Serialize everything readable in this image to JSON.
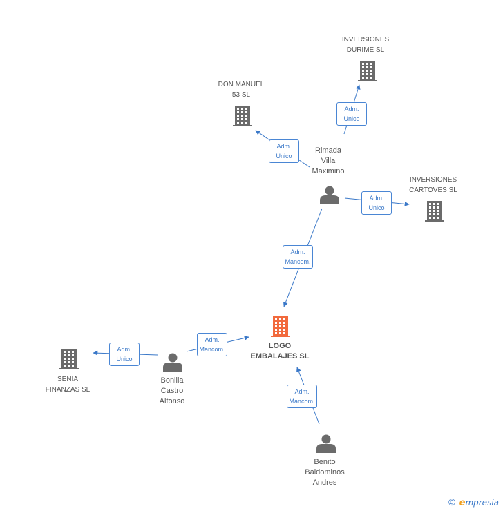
{
  "colors": {
    "edge": "#3a78c8",
    "building": "#6b6b6b",
    "focus_building": "#f26a3d",
    "person": "#6b6b6b"
  },
  "nodes": {
    "focus": {
      "label": "LOGO\nEMBALAJES SL",
      "icon": "building-icon"
    },
    "inversiones_durime": {
      "label": "INVERSIONES\nDURIME SL",
      "icon": "building-icon"
    },
    "don_manuel": {
      "label": "DON MANUEL\n53 SL",
      "icon": "building-icon"
    },
    "inversiones_cartoves": {
      "label": "INVERSIONES\nCARTOVES  SL",
      "icon": "building-icon"
    },
    "senia_finanzas": {
      "label": "SENIA\nFINANZAS SL",
      "icon": "building-icon"
    },
    "rimada": {
      "label": "Rimada\nVilla\nMaximino",
      "icon": "person-icon"
    },
    "bonilla": {
      "label": "Bonilla\nCastro\nAlfonso",
      "icon": "person-icon"
    },
    "benito": {
      "label": "Benito\nBaldominos\nAndres",
      "icon": "person-icon"
    }
  },
  "edges": [
    {
      "from": "rimada",
      "to": "inversiones_durime",
      "label": "Adm.\nUnico"
    },
    {
      "from": "rimada",
      "to": "don_manuel",
      "label": "Adm.\nUnico"
    },
    {
      "from": "rimada",
      "to": "inversiones_cartoves",
      "label": "Adm.\nUnico"
    },
    {
      "from": "rimada",
      "to": "focus",
      "label": "Adm.\nMancom."
    },
    {
      "from": "bonilla",
      "to": "focus",
      "label": "Adm.\nMancom."
    },
    {
      "from": "bonilla",
      "to": "senia_finanzas",
      "label": "Adm.\nUnico"
    },
    {
      "from": "benito",
      "to": "focus",
      "label": "Adm.\nMancom."
    }
  ],
  "copyright": {
    "symbol": "©",
    "brand_first": "e",
    "brand_rest": "mpresia"
  }
}
